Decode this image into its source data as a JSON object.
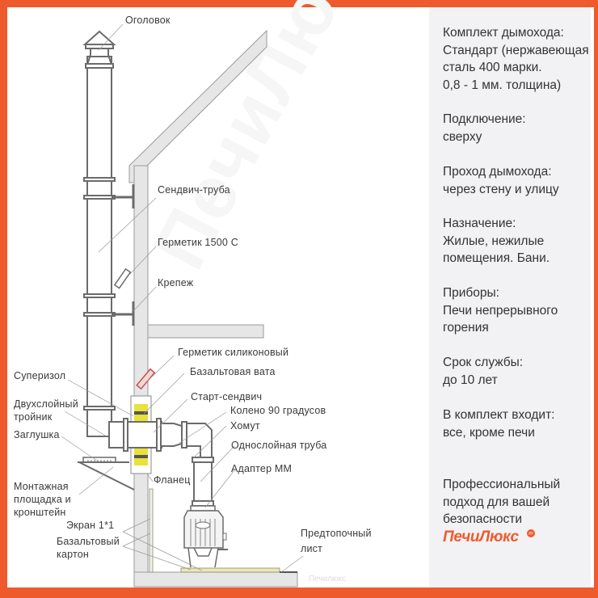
{
  "diagram": {
    "watermark": "ПечиЛюкс",
    "watermark_small": "Печилюкс",
    "labels": {
      "ogolovok": "Оголовок",
      "sandwich_pipe": "Сендвич-труба",
      "sealant_1500": "Герметик 1500 С",
      "fastener": "Крепеж",
      "sealant_silicone": "Герметик силиконовый",
      "basalt_wool": "Базальтовая вата",
      "start_sandwich": "Старт-сендвич",
      "elbow_90": "Колено 90 градусов",
      "clamp": "Хомут",
      "single_pipe": "Однослойная труба",
      "adapter_mm": "Адаптер ММ",
      "superizol": "Суперизол",
      "tee_line1": "Двухслойный",
      "tee_line2": "тройник",
      "plug": "Заглушка",
      "platform_line1": "Монтажная",
      "platform_line2": "площадка и",
      "platform_line3": "кронштейн",
      "flange": "Фланец",
      "screen": "Экран 1*1",
      "basalt_board_line1": "Базальтовый",
      "basalt_board_line2": "картон",
      "pre_furnace_line1": "Предтопочный",
      "pre_furnace_line2": "лист"
    },
    "colors": {
      "frame": "#ef5a2c",
      "pipe_stroke": "#6b6b6b",
      "wall_fill": "#e6e6e6",
      "insulation": "#e8e23a",
      "sealant": "#d9534f"
    }
  },
  "sidebar": {
    "sections": [
      {
        "title": "Комплект дымохода:",
        "lines": [
          "Стандарт (нержавеющая",
          "сталь 400 марки.",
          "0,8 - 1 мм. толщина)"
        ]
      },
      {
        "title": "Подключение:",
        "lines": [
          "сверху"
        ]
      },
      {
        "title": "Проход дымохода:",
        "lines": [
          "через стену и улицу"
        ]
      },
      {
        "title": "Назначение:",
        "lines": [
          "Жилые, нежилые",
          "помещения. Бани."
        ]
      },
      {
        "title": "Приборы:",
        "lines": [
          "Печи непрерывного",
          "горения"
        ]
      },
      {
        "title": "Срок службы:",
        "lines": [
          "до 10 лет"
        ]
      },
      {
        "title": "В комплект входит:",
        "lines": [
          "все, кроме печи"
        ]
      }
    ],
    "slogan": [
      "Профессиональный",
      "подход для вашей",
      "безопасности"
    ],
    "brand": "ПечиЛюкс",
    "brand_badge": "ру"
  }
}
